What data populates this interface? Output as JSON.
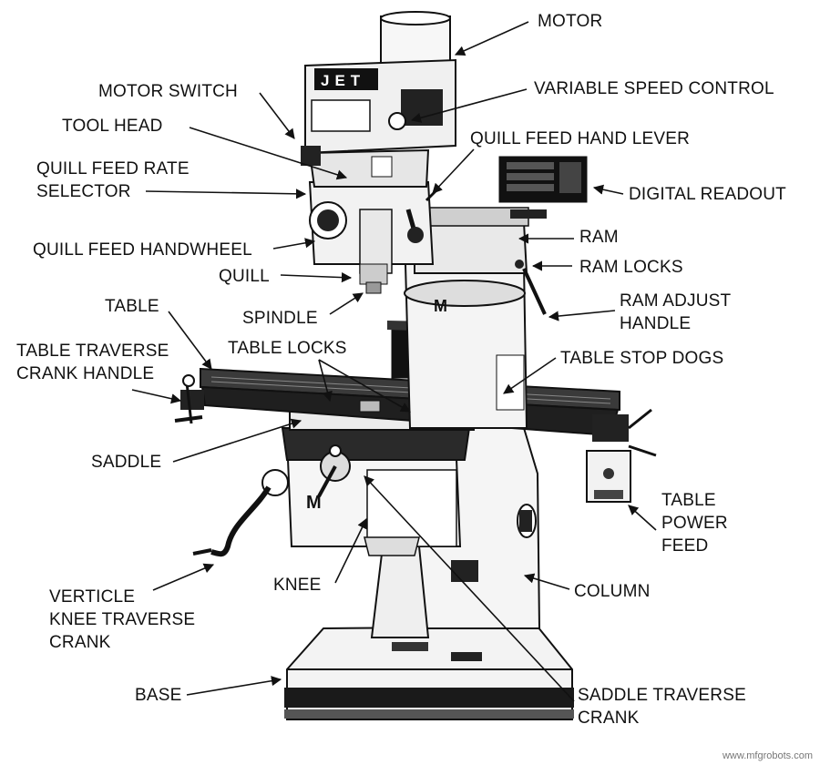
{
  "brand": {
    "logo_text": "JET",
    "emblem": "M"
  },
  "labels": {
    "motor": "MOTOR",
    "motor_switch": "MOTOR SWITCH",
    "variable_speed_control": "VARIABLE SPEED CONTROL",
    "tool_head": "TOOL HEAD",
    "quill_feed_hand_lever": "QUILL FEED HAND LEVER",
    "quill_feed_rate_selector_1": "QUILL FEED RATE",
    "quill_feed_rate_selector_2": "SELECTOR",
    "digital_readout": "DIGITAL READOUT",
    "ram": "RAM",
    "quill_feed_handwheel": "QUILL FEED HANDWHEEL",
    "ram_locks": "RAM LOCKS",
    "quill": "QUILL",
    "table": "TABLE",
    "ram_adjust_handle_1": "RAM ADJUST",
    "ram_adjust_handle_2": "HANDLE",
    "spindle": "SPINDLE",
    "table_traverse_crank_handle_1": "TABLE TRAVERSE",
    "table_traverse_crank_handle_2": "CRANK HANDLE",
    "table_locks": "TABLE LOCKS",
    "table_stop_dogs": "TABLE STOP DOGS",
    "saddle": "SADDLE",
    "table_power_feed_1": "TABLE",
    "table_power_feed_2": "POWER",
    "table_power_feed_3": "FEED",
    "knee": "KNEE",
    "column": "COLUMN",
    "verticle_knee_traverse_crank_1": "VERTICLE",
    "verticle_knee_traverse_crank_2": "KNEE TRAVERSE",
    "verticle_knee_traverse_crank_3": "CRANK",
    "base": "BASE",
    "saddle_traverse_crank_1": "SADDLE TRAVERSE",
    "saddle_traverse_crank_2": "CRANK"
  },
  "watermark": "www.mfgrobots.com"
}
